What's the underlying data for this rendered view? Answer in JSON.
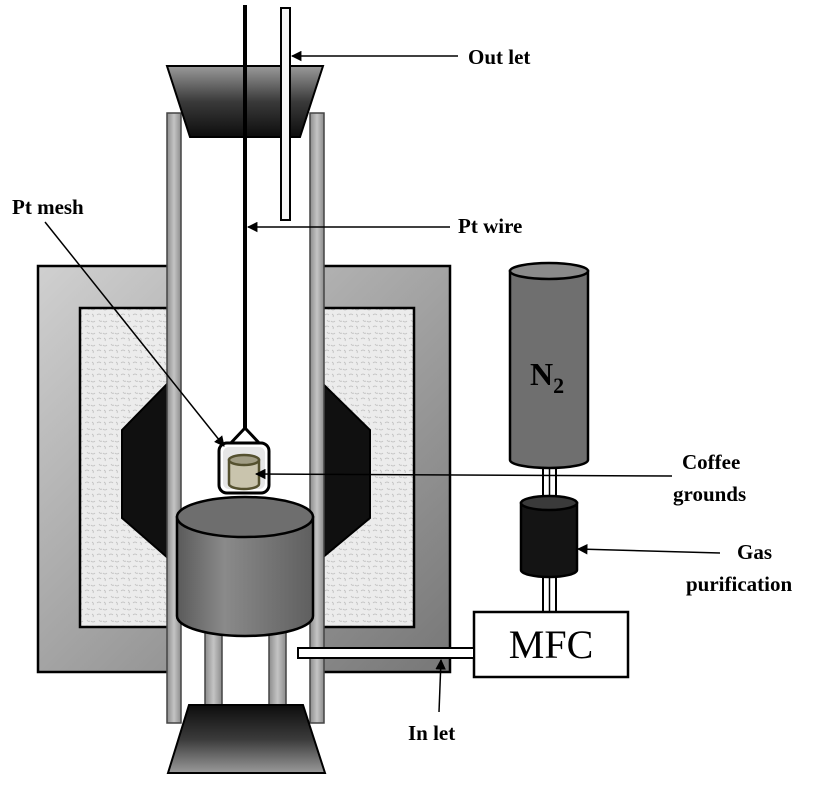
{
  "labels": {
    "outlet": "Out let",
    "pt_mesh": "Pt mesh",
    "pt_wire": "Pt wire",
    "coffee_line1": "Coffee",
    "coffee_line2": "grounds",
    "gas_line1": "Gas",
    "gas_line2": "purification",
    "inlet": "In let",
    "mfc": "MFC",
    "n2_main": "N",
    "n2_sub": "2"
  }
}
